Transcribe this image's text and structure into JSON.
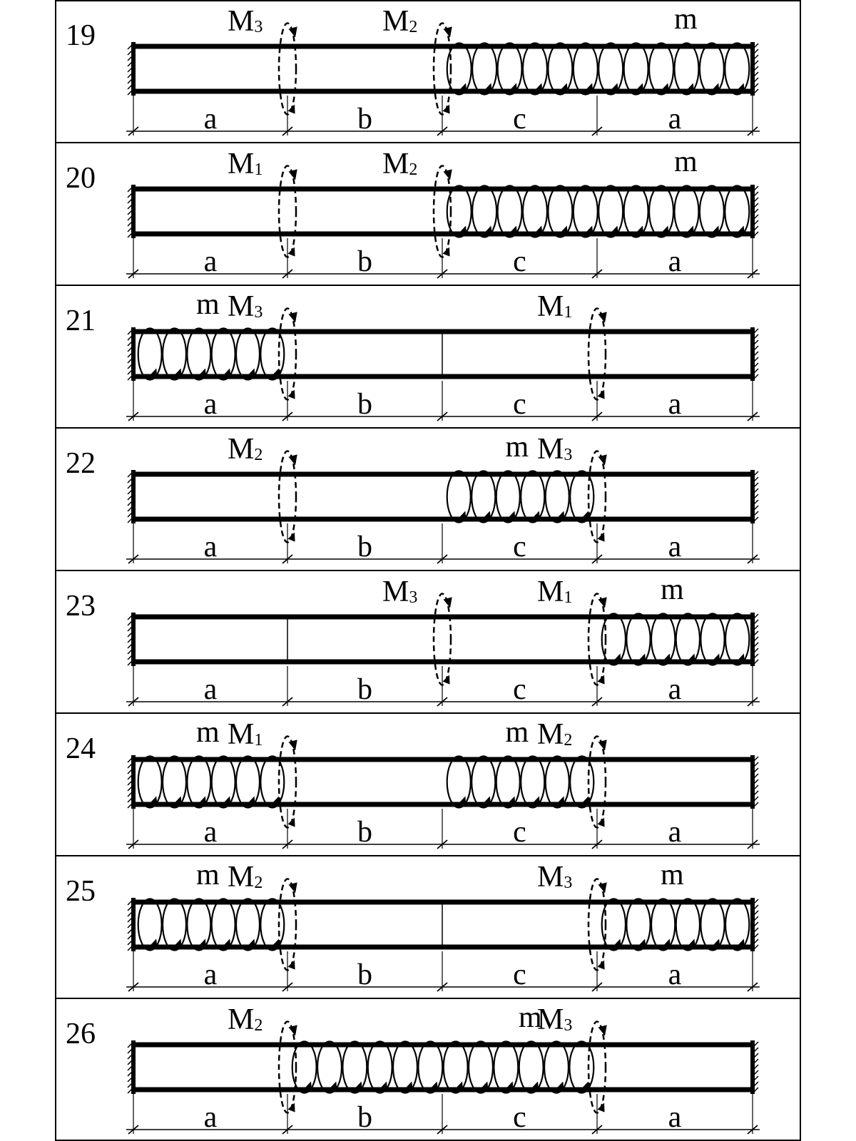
{
  "colors": {
    "ink": "#000000",
    "background": "#ffffff"
  },
  "segment_labels": [
    "a",
    "b",
    "c",
    "a"
  ],
  "rows": [
    {
      "number": "19",
      "moments": [
        {
          "at": 1,
          "name": "M",
          "sub": "3"
        },
        {
          "at": 2,
          "name": "M",
          "sub": "2"
        }
      ],
      "distributed": [
        {
          "from": 2,
          "to": 4,
          "label": "m"
        }
      ],
      "inner_marks": []
    },
    {
      "number": "20",
      "moments": [
        {
          "at": 1,
          "name": "M",
          "sub": "1"
        },
        {
          "at": 2,
          "name": "M",
          "sub": "2"
        }
      ],
      "distributed": [
        {
          "from": 2,
          "to": 4,
          "label": "m"
        }
      ],
      "inner_marks": []
    },
    {
      "number": "21",
      "moments": [
        {
          "at": 1,
          "name": "M",
          "sub": "3"
        },
        {
          "at": 3,
          "name": "M",
          "sub": "1"
        }
      ],
      "distributed": [
        {
          "from": 0,
          "to": 1,
          "label": "m"
        }
      ],
      "inner_marks": [
        2
      ]
    },
    {
      "number": "22",
      "moments": [
        {
          "at": 1,
          "name": "M",
          "sub": "2"
        },
        {
          "at": 3,
          "name": "M",
          "sub": "3"
        }
      ],
      "distributed": [
        {
          "from": 2,
          "to": 3,
          "label": "m"
        }
      ],
      "inner_marks": []
    },
    {
      "number": "23",
      "moments": [
        {
          "at": 2,
          "name": "M",
          "sub": "3"
        },
        {
          "at": 3,
          "name": "M",
          "sub": "1"
        }
      ],
      "distributed": [
        {
          "from": 3,
          "to": 4,
          "label": "m"
        }
      ],
      "inner_marks": [
        1
      ]
    },
    {
      "number": "24",
      "moments": [
        {
          "at": 1,
          "name": "M",
          "sub": "1"
        },
        {
          "at": 3,
          "name": "M",
          "sub": "2"
        }
      ],
      "distributed": [
        {
          "from": 0,
          "to": 1,
          "label": "m"
        },
        {
          "from": 2,
          "to": 3,
          "label": "m"
        }
      ],
      "inner_marks": []
    },
    {
      "number": "25",
      "moments": [
        {
          "at": 1,
          "name": "M",
          "sub": "2"
        },
        {
          "at": 3,
          "name": "M",
          "sub": "3"
        }
      ],
      "distributed": [
        {
          "from": 0,
          "to": 1,
          "label": "m"
        },
        {
          "from": 3,
          "to": 4,
          "label": "m"
        }
      ],
      "inner_marks": [
        2
      ]
    },
    {
      "number": "26",
      "moments": [
        {
          "at": 1,
          "name": "M",
          "sub": "2"
        },
        {
          "at": 3,
          "name": "M",
          "sub": "3"
        }
      ],
      "distributed": [
        {
          "from": 1,
          "to": 3,
          "label": "m"
        }
      ],
      "inner_marks": []
    }
  ]
}
